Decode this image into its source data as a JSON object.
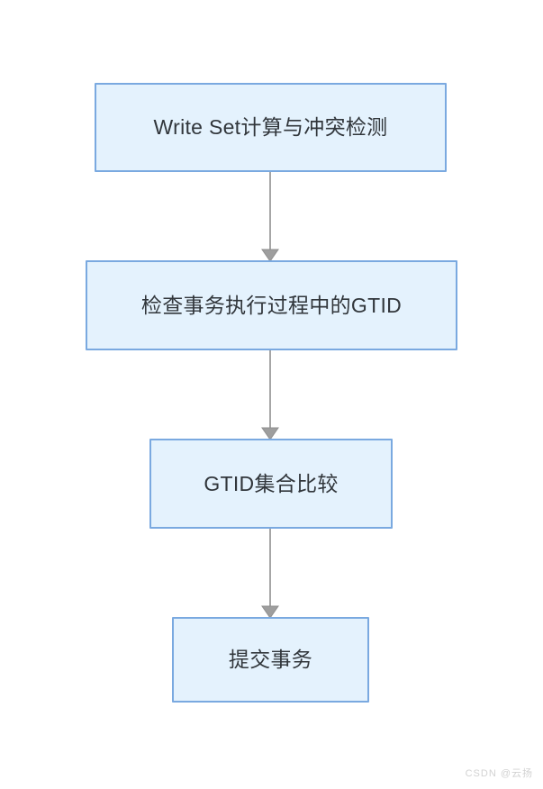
{
  "diagram": {
    "type": "flowchart",
    "orientation": "top-to-bottom",
    "background_color": "#ffffff",
    "node_fill_color": "#e4f2fd",
    "node_border_color": "#7aa9e0",
    "node_text_color": "#31363b",
    "connector_color": "#9e9e9e",
    "nodes": [
      {
        "id": "node-1",
        "label": "Write Set计算与冲突检测"
      },
      {
        "id": "node-2",
        "label": "检查事务执行过程中的GTID"
      },
      {
        "id": "node-3",
        "label": "GTID集合比较"
      },
      {
        "id": "node-4",
        "label": "提交事务"
      }
    ],
    "edges": [
      {
        "from": "node-1",
        "to": "node-2",
        "label": ""
      },
      {
        "from": "node-2",
        "to": "node-3",
        "label": ""
      },
      {
        "from": "node-3",
        "to": "node-4",
        "label": ""
      }
    ]
  },
  "watermark": {
    "text": "CSDN @云扬",
    "color": "#d2d2d2"
  }
}
